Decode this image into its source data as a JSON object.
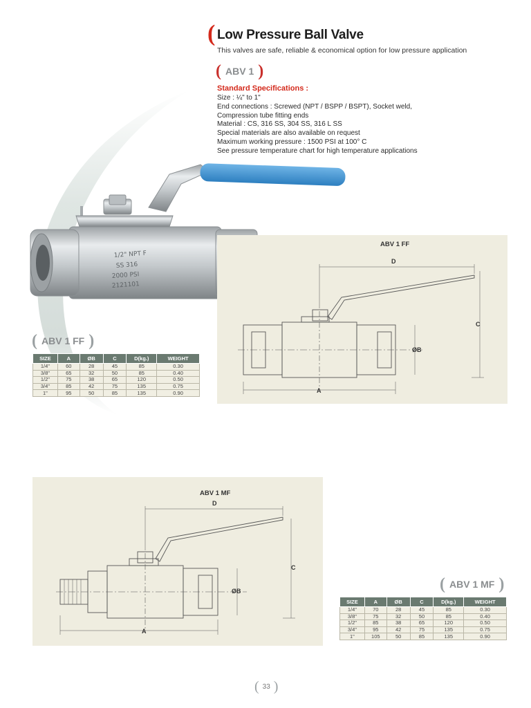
{
  "header": {
    "title": "Low Pressure Ball Valve",
    "subtitle": "This valves are safe, reliable & economical option for low pressure application"
  },
  "model_badge": {
    "label": "ABV 1"
  },
  "specs": {
    "heading": "Standard Specifications :",
    "lines": [
      "Size : ¼\" to 1\"",
      "End connections : Screwed (NPT / BSPP / BSPT), Socket weld,",
      "Compression tube fitting ends",
      "Material : CS, 316 SS, 304 SS, 316 L SS",
      "Special materials are also available on request",
      "Maximum working pressure : 1500 PSI at 100° C",
      "See pressure temperature chart for high temperature applications"
    ]
  },
  "valve_marking": {
    "line1": "1/2\" NPT F",
    "line2": "SS 316",
    "line3": "2000 PSI",
    "line4": "2121101"
  },
  "ff_section": {
    "badge": "ABV 1 FF",
    "drawing_title": "ABV 1 FF",
    "dims": {
      "a": "A",
      "b": "ØB",
      "c": "C",
      "d": "D"
    },
    "table": {
      "headers": [
        "SIZE",
        "A",
        "ØB",
        "C",
        "D(kg.)",
        "WEIGHT"
      ],
      "rows": [
        [
          "1/4\"",
          "60",
          "28",
          "45",
          "85",
          "0.30"
        ],
        [
          "3/8\"",
          "65",
          "32",
          "50",
          "85",
          "0.40"
        ],
        [
          "1/2\"",
          "75",
          "38",
          "65",
          "120",
          "0.50"
        ],
        [
          "3/4\"",
          "85",
          "42",
          "75",
          "135",
          "0.75"
        ],
        [
          "1\"",
          "95",
          "50",
          "85",
          "135",
          "0.90"
        ]
      ]
    }
  },
  "mf_section": {
    "badge": "ABV 1 MF",
    "drawing_title": "ABV 1 MF",
    "dims": {
      "a": "A",
      "b": "ØB",
      "c": "C",
      "d": "D"
    },
    "table": {
      "headers": [
        "SIZE",
        "A",
        "ØB",
        "C",
        "D(kg.)",
        "WEIGHT"
      ],
      "rows": [
        [
          "1/4\"",
          "70",
          "28",
          "45",
          "85",
          "0.30"
        ],
        [
          "3/8\"",
          "75",
          "32",
          "50",
          "85",
          "0.40"
        ],
        [
          "1/2\"",
          "85",
          "38",
          "65",
          "120",
          "0.50"
        ],
        [
          "3/4\"",
          "95",
          "42",
          "75",
          "135",
          "0.75"
        ],
        [
          "1\"",
          "105",
          "50",
          "85",
          "135",
          "0.90"
        ]
      ]
    }
  },
  "footer": {
    "page_number": "33"
  },
  "colors": {
    "accent_red": "#d42a1c",
    "handle_blue": "#3a8fd0",
    "table_header": "#6a7a70",
    "drawing_bg": "#efede0"
  }
}
